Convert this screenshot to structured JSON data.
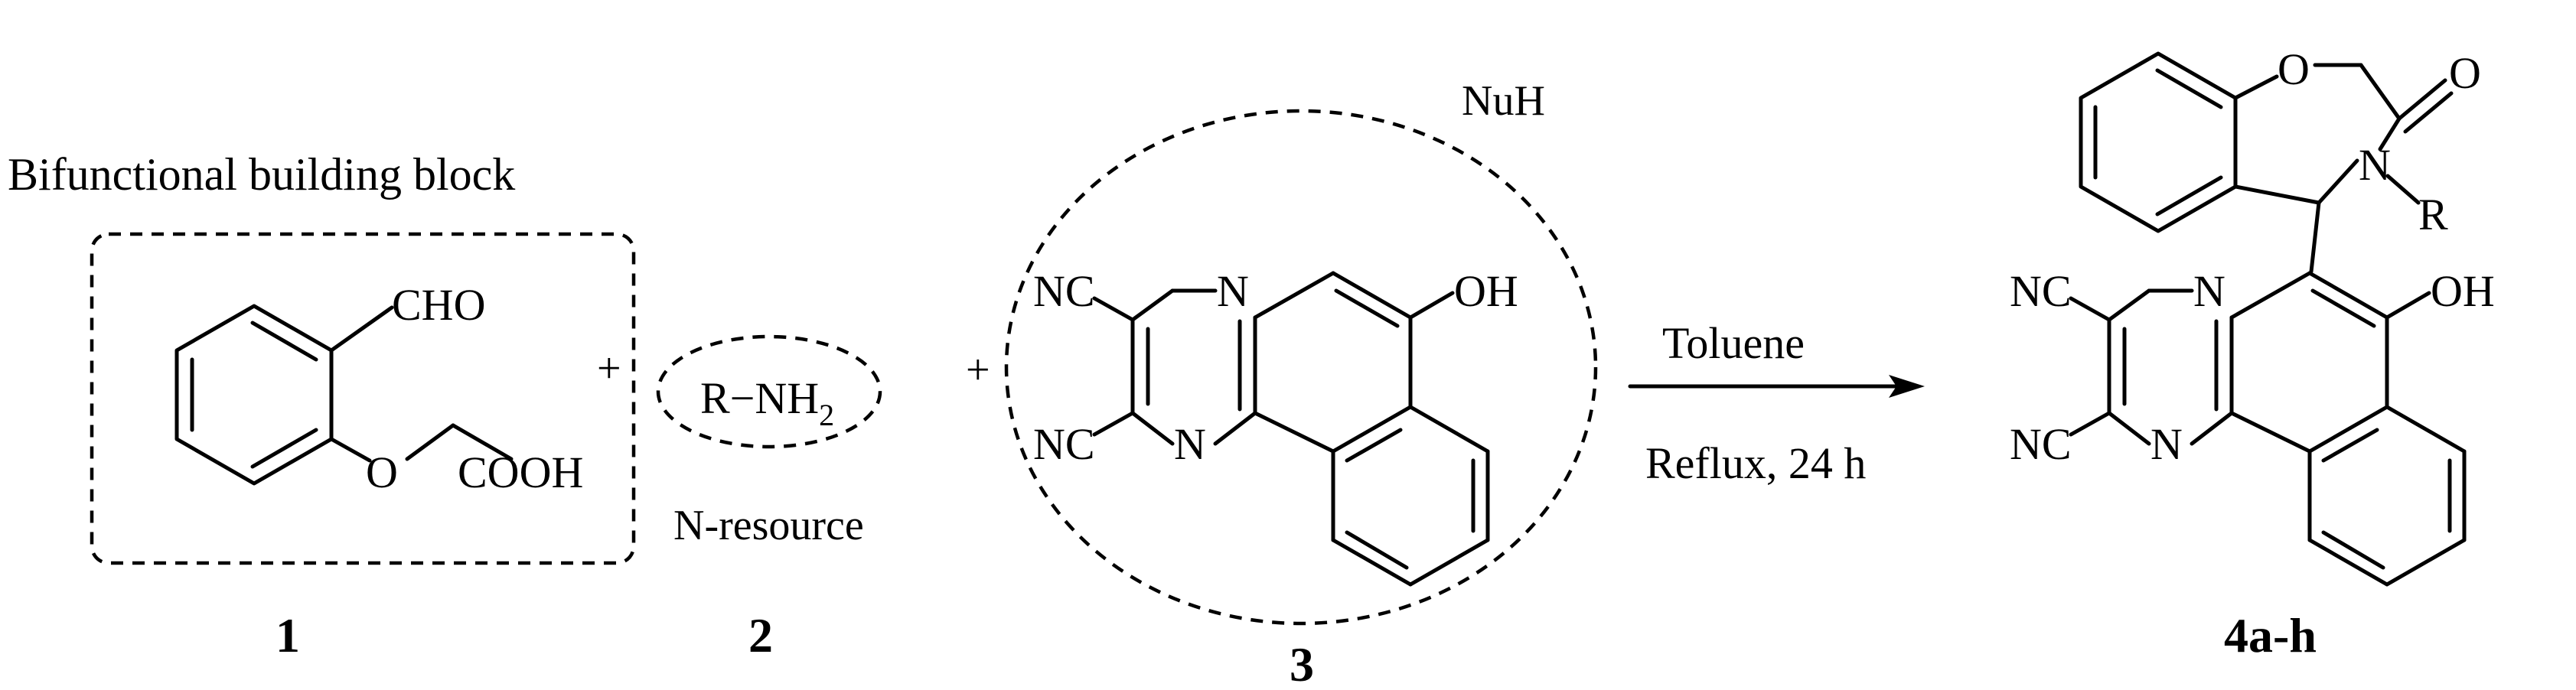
{
  "scheme": {
    "heading": "Bifunctional building block",
    "reactant1": {
      "number": "1",
      "groups": {
        "cho": "CHO",
        "o": "O",
        "cooh": "COOH"
      }
    },
    "plus": "+",
    "reactant2": {
      "number": "2",
      "formula_main": "R−NH",
      "formula_sub": "2",
      "caption": "N-resource"
    },
    "reactant3": {
      "number": "3",
      "caption": "NuH",
      "groups": {
        "nc_top": "NC",
        "nc_bottom": "NC",
        "n_top": "N",
        "n_bottom": "N",
        "oh": "OH"
      }
    },
    "conditions": {
      "solvent": "Toluene",
      "conditions": "Reflux, 24 h"
    },
    "product": {
      "number": "4a-h",
      "groups": {
        "o_ring": "O",
        "o_carbonyl": "O",
        "n": "N",
        "r": "R",
        "nc_top": "NC",
        "nc_bottom": "NC",
        "n_top": "N",
        "n_bottom": "N",
        "oh": "OH"
      }
    }
  }
}
